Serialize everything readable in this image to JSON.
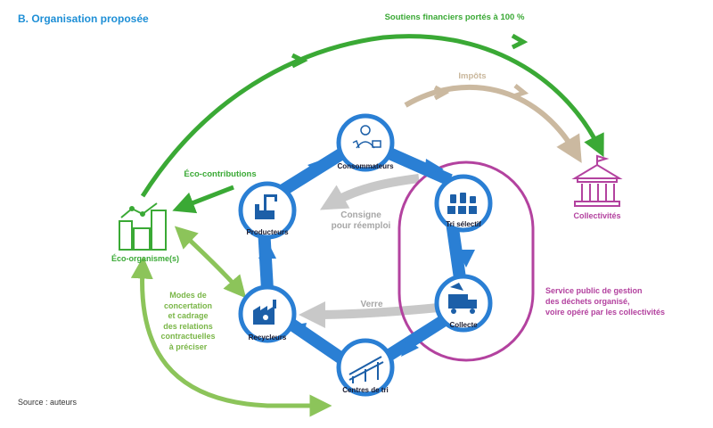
{
  "title": "B. Organisation proposée",
  "source": "Source : auteurs",
  "colors": {
    "blue": "#2a7fd4",
    "green": "#3aa935",
    "light_green": "#8cc45a",
    "tan": "#cbb9a0",
    "grey": "#c8c8c8",
    "purple": "#b3429f",
    "title_blue": "#1e8fd6"
  },
  "nodes": {
    "consommateurs": "Consommateurs",
    "tri_selectif": "Tri sélectif",
    "collecte": "Collecte",
    "centres_de_tri": "Centres de tri",
    "recycleurs": "Recycleurs",
    "producteurs": "Producteurs"
  },
  "actors": {
    "eco_organisme": "Éco-organisme(s)",
    "collectivites": "Collectivités"
  },
  "flows": {
    "soutiens": "Soutiens financiers portés à 100 %",
    "impots": "Impôts",
    "eco_contributions": "Éco-contributions",
    "consigne_line1": "Consigne",
    "consigne_line2": "pour réemploi",
    "verre": "Verre",
    "modes": [
      "Modes de",
      "concertation",
      "et cadrage",
      "des relations",
      "contractuelles",
      "à préciser"
    ],
    "service_public": [
      "Service public de gestion",
      "des déchets organisé,",
      "voire opéré par les collectivités"
    ]
  },
  "icons": {
    "consommateurs": "shopper-icon",
    "tri_selectif": "sorting-bins-icon",
    "collecte": "garbage-truck-icon",
    "centres_de_tri": "conveyor-icon",
    "recycleurs": "recycling-factory-icon",
    "producteurs": "robot-arm-factory-icon",
    "eco_organisme": "city-chart-icon",
    "collectivites": "town-hall-icon"
  }
}
